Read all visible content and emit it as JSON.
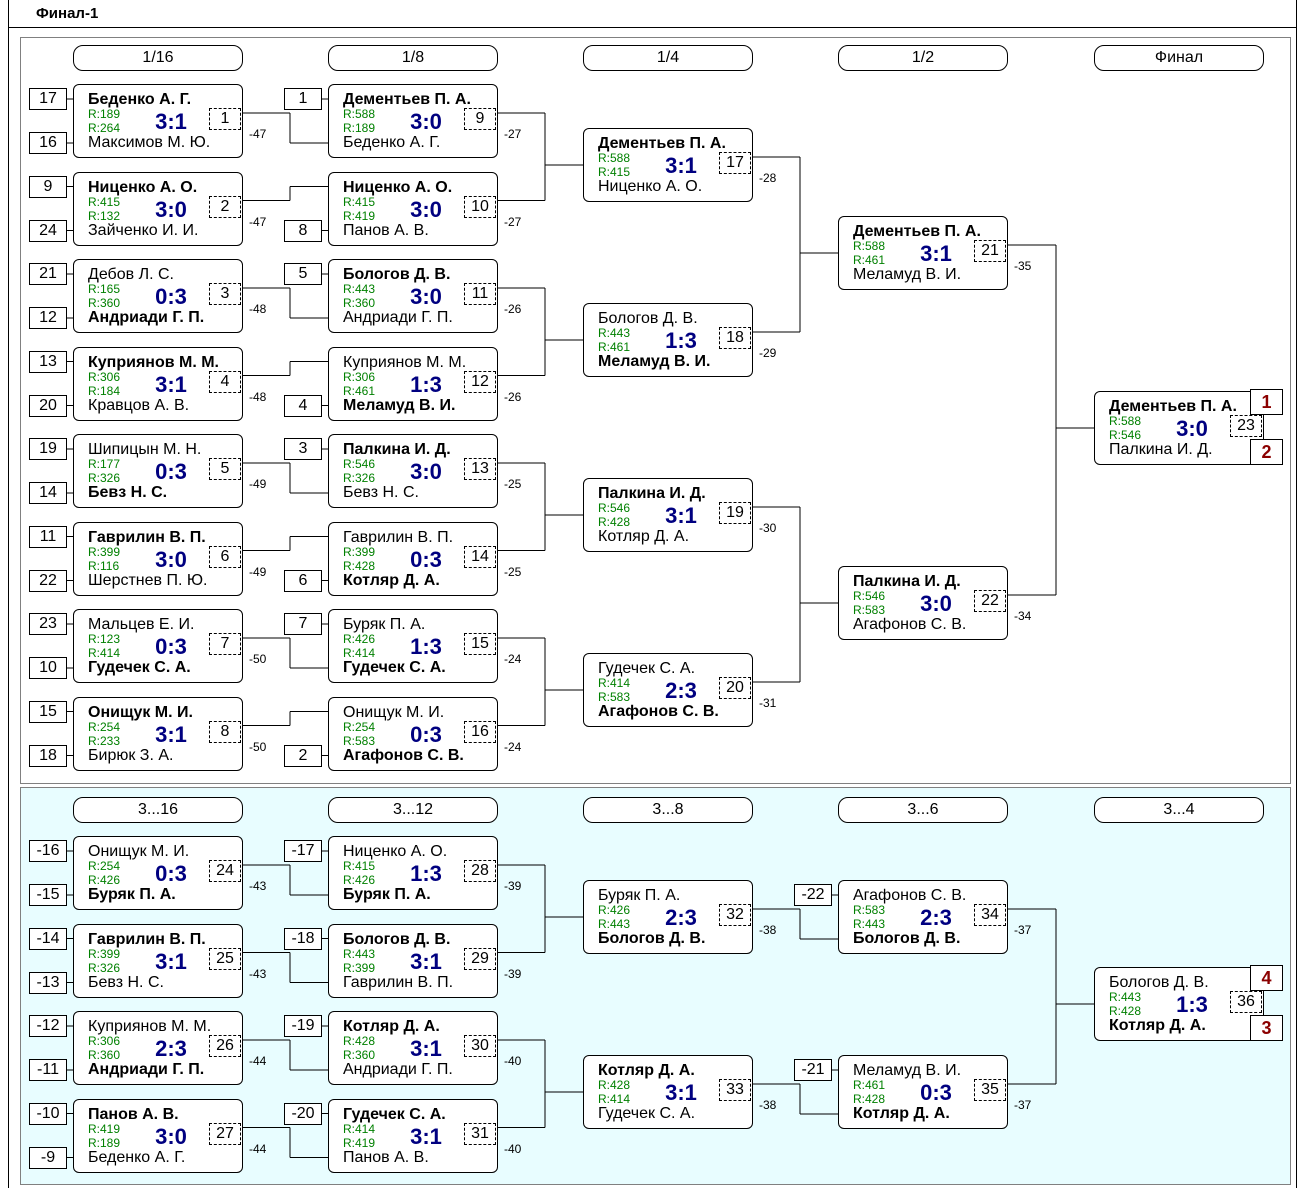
{
  "title": "Финал-1",
  "main": {
    "rounds": [
      "1/16",
      "1/8",
      "1/4",
      "1/2",
      "Финал"
    ],
    "matches": [
      {
        "n": "1",
        "score": "3:1",
        "top": {
          "name": "Беденко А. Г.",
          "rating": "R:189",
          "won": true
        },
        "bottom": {
          "name": "Максимов М. Ю.",
          "rating": "R:264",
          "won": false
        },
        "seeds": [
          "17",
          "16"
        ],
        "loser_to": "-47"
      },
      {
        "n": "2",
        "score": "3:0",
        "top": {
          "name": "Ниценко А. О.",
          "rating": "R:415",
          "won": true
        },
        "bottom": {
          "name": "Зайченко И. И.",
          "rating": "R:132",
          "won": false
        },
        "seeds": [
          "9",
          "24"
        ],
        "loser_to": "-47"
      },
      {
        "n": "3",
        "score": "0:3",
        "top": {
          "name": "Дебов Л. С.",
          "rating": "R:165",
          "won": false
        },
        "bottom": {
          "name": "Андриади Г. П.",
          "rating": "R:360",
          "won": true
        },
        "seeds": [
          "21",
          "12"
        ],
        "loser_to": "-48"
      },
      {
        "n": "4",
        "score": "3:1",
        "top": {
          "name": "Куприянов М. М.",
          "rating": "R:306",
          "won": true
        },
        "bottom": {
          "name": "Кравцов А. В.",
          "rating": "R:184",
          "won": false
        },
        "seeds": [
          "13",
          "20"
        ],
        "loser_to": "-48"
      },
      {
        "n": "5",
        "score": "0:3",
        "top": {
          "name": "Шипицын М. Н.",
          "rating": "R:177",
          "won": false
        },
        "bottom": {
          "name": "Бевз Н. С.",
          "rating": "R:326",
          "won": true
        },
        "seeds": [
          "19",
          "14"
        ],
        "loser_to": "-49"
      },
      {
        "n": "6",
        "score": "3:0",
        "top": {
          "name": "Гаврилин В. П.",
          "rating": "R:399",
          "won": true
        },
        "bottom": {
          "name": "Шерстнев П. Ю.",
          "rating": "R:116",
          "won": false
        },
        "seeds": [
          "11",
          "22"
        ],
        "loser_to": "-49"
      },
      {
        "n": "7",
        "score": "0:3",
        "top": {
          "name": "Мальцев Е. И.",
          "rating": "R:123",
          "won": false
        },
        "bottom": {
          "name": "Гудечек С. А.",
          "rating": "R:414",
          "won": true
        },
        "seeds": [
          "23",
          "10"
        ],
        "loser_to": "-50"
      },
      {
        "n": "8",
        "score": "3:1",
        "top": {
          "name": "Онищук М. И.",
          "rating": "R:254",
          "won": true
        },
        "bottom": {
          "name": "Бирюк З. А.",
          "rating": "R:233",
          "won": false
        },
        "seeds": [
          "15",
          "18"
        ],
        "loser_to": "-50"
      },
      {
        "n": "9",
        "score": "3:0",
        "top": {
          "name": "Дементьев П. А.",
          "rating": "R:588",
          "won": true
        },
        "bottom": {
          "name": "Беденко А. Г.",
          "rating": "R:189",
          "won": false
        },
        "seeds": [
          "1"
        ],
        "loser_to": "-27"
      },
      {
        "n": "10",
        "score": "3:0",
        "top": {
          "name": "Ниценко А. О.",
          "rating": "R:415",
          "won": true
        },
        "bottom": {
          "name": "Панов А. В.",
          "rating": "R:419",
          "won": false
        },
        "seeds": [
          "8"
        ],
        "loser_to": "-27"
      },
      {
        "n": "11",
        "score": "3:0",
        "top": {
          "name": "Бологов Д. В.",
          "rating": "R:443",
          "won": true
        },
        "bottom": {
          "name": "Андриади Г. П.",
          "rating": "R:360",
          "won": false
        },
        "seeds": [
          "5"
        ],
        "loser_to": "-26"
      },
      {
        "n": "12",
        "score": "1:3",
        "top": {
          "name": "Куприянов М. М.",
          "rating": "R:306",
          "won": false
        },
        "bottom": {
          "name": "Меламуд В. И.",
          "rating": "R:461",
          "won": true
        },
        "seeds": [
          "4"
        ],
        "loser_to": "-26"
      },
      {
        "n": "13",
        "score": "3:0",
        "top": {
          "name": "Палкина И. Д.",
          "rating": "R:546",
          "won": true
        },
        "bottom": {
          "name": "Бевз Н. С.",
          "rating": "R:326",
          "won": false
        },
        "seeds": [
          "3"
        ],
        "loser_to": "-25"
      },
      {
        "n": "14",
        "score": "0:3",
        "top": {
          "name": "Гаврилин В. П.",
          "rating": "R:399",
          "won": false
        },
        "bottom": {
          "name": "Котляр Д. А.",
          "rating": "R:428",
          "won": true
        },
        "seeds": [
          "6"
        ],
        "loser_to": "-25"
      },
      {
        "n": "15",
        "score": "1:3",
        "top": {
          "name": "Буряк П. А.",
          "rating": "R:426",
          "won": false
        },
        "bottom": {
          "name": "Гудечек С. А.",
          "rating": "R:414",
          "won": true
        },
        "seeds": [
          "7"
        ],
        "loser_to": "-24"
      },
      {
        "n": "16",
        "score": "0:3",
        "top": {
          "name": "Онищук М. И.",
          "rating": "R:254",
          "won": false
        },
        "bottom": {
          "name": "Агафонов С. В.",
          "rating": "R:583",
          "won": true
        },
        "seeds": [
          "2"
        ],
        "loser_to": "-24"
      },
      {
        "n": "17",
        "score": "3:1",
        "top": {
          "name": "Дементьев П. А.",
          "rating": "R:588",
          "won": true
        },
        "bottom": {
          "name": "Ниценко А. О.",
          "rating": "R:415",
          "won": false
        },
        "seeds": [],
        "loser_to": "-28"
      },
      {
        "n": "18",
        "score": "1:3",
        "top": {
          "name": "Бологов Д. В.",
          "rating": "R:443",
          "won": false
        },
        "bottom": {
          "name": "Меламуд В. И.",
          "rating": "R:461",
          "won": true
        },
        "seeds": [],
        "loser_to": "-29"
      },
      {
        "n": "19",
        "score": "3:1",
        "top": {
          "name": "Палкина И. Д.",
          "rating": "R:546",
          "won": true
        },
        "bottom": {
          "name": "Котляр Д. А.",
          "rating": "R:428",
          "won": false
        },
        "seeds": [],
        "loser_to": "-30"
      },
      {
        "n": "20",
        "score": "2:3",
        "top": {
          "name": "Гудечек С. А.",
          "rating": "R:414",
          "won": false
        },
        "bottom": {
          "name": "Агафонов С. В.",
          "rating": "R:583",
          "won": true
        },
        "seeds": [],
        "loser_to": "-31"
      },
      {
        "n": "21",
        "score": "3:1",
        "top": {
          "name": "Дементьев П. А.",
          "rating": "R:588",
          "won": true
        },
        "bottom": {
          "name": "Меламуд В. И.",
          "rating": "R:461",
          "won": false
        },
        "seeds": [],
        "loser_to": "-35"
      },
      {
        "n": "22",
        "score": "3:0",
        "top": {
          "name": "Палкина И. Д.",
          "rating": "R:546",
          "won": true
        },
        "bottom": {
          "name": "Агафонов С. В.",
          "rating": "R:583",
          "won": false
        },
        "seeds": [],
        "loser_to": "-34"
      },
      {
        "n": "23",
        "score": "3:0",
        "top": {
          "name": "Дементьев П. А.",
          "rating": "R:588",
          "won": true
        },
        "bottom": {
          "name": "Палкина И. Д.",
          "rating": "R:546",
          "won": false
        },
        "seeds": [],
        "loser_to": "",
        "places": [
          "1",
          "2"
        ]
      }
    ]
  },
  "consolation": {
    "rounds": [
      "3...16",
      "3...12",
      "3...8",
      "3...6",
      "3...4"
    ],
    "matches": [
      {
        "n": "24",
        "score": "0:3",
        "top": {
          "name": "Онищук М. И.",
          "rating": "R:254",
          "won": false
        },
        "bottom": {
          "name": "Буряк П. А.",
          "rating": "R:426",
          "won": true
        },
        "seeds": [
          "-16",
          "-15"
        ],
        "loser_to": "-43"
      },
      {
        "n": "25",
        "score": "3:1",
        "top": {
          "name": "Гаврилин В. П.",
          "rating": "R:399",
          "won": true
        },
        "bottom": {
          "name": "Бевз Н. С.",
          "rating": "R:326",
          "won": false
        },
        "seeds": [
          "-14",
          "-13"
        ],
        "loser_to": "-43"
      },
      {
        "n": "26",
        "score": "2:3",
        "top": {
          "name": "Куприянов М. М.",
          "rating": "R:306",
          "won": false
        },
        "bottom": {
          "name": "Андриади Г. П.",
          "rating": "R:360",
          "won": true
        },
        "seeds": [
          "-12",
          "-11"
        ],
        "loser_to": "-44"
      },
      {
        "n": "27",
        "score": "3:0",
        "top": {
          "name": "Панов А. В.",
          "rating": "R:419",
          "won": true
        },
        "bottom": {
          "name": "Беденко А. Г.",
          "rating": "R:189",
          "won": false
        },
        "seeds": [
          "-10",
          "-9"
        ],
        "loser_to": "-44"
      },
      {
        "n": "28",
        "score": "1:3",
        "top": {
          "name": "Ниценко А. О.",
          "rating": "R:415",
          "won": false
        },
        "bottom": {
          "name": "Буряк П. А.",
          "rating": "R:426",
          "won": true
        },
        "seeds": [
          "-17"
        ],
        "loser_to": "-39"
      },
      {
        "n": "29",
        "score": "3:1",
        "top": {
          "name": "Бологов Д. В.",
          "rating": "R:443",
          "won": true
        },
        "bottom": {
          "name": "Гаврилин В. П.",
          "rating": "R:399",
          "won": false
        },
        "seeds": [
          "-18"
        ],
        "loser_to": "-39"
      },
      {
        "n": "30",
        "score": "3:1",
        "top": {
          "name": "Котляр Д. А.",
          "rating": "R:428",
          "won": true
        },
        "bottom": {
          "name": "Андриади Г. П.",
          "rating": "R:360",
          "won": false
        },
        "seeds": [
          "-19"
        ],
        "loser_to": "-40"
      },
      {
        "n": "31",
        "score": "3:1",
        "top": {
          "name": "Гудечек С. А.",
          "rating": "R:414",
          "won": true
        },
        "bottom": {
          "name": "Панов А. В.",
          "rating": "R:419",
          "won": false
        },
        "seeds": [
          "-20"
        ],
        "loser_to": "-40"
      },
      {
        "n": "32",
        "score": "2:3",
        "top": {
          "name": "Буряк П. А.",
          "rating": "R:426",
          "won": false
        },
        "bottom": {
          "name": "Бологов Д. В.",
          "rating": "R:443",
          "won": true
        },
        "seeds": [],
        "loser_to": "-38"
      },
      {
        "n": "33",
        "score": "3:1",
        "top": {
          "name": "Котляр Д. А.",
          "rating": "R:428",
          "won": true
        },
        "bottom": {
          "name": "Гудечек С. А.",
          "rating": "R:414",
          "won": false
        },
        "seeds": [],
        "loser_to": "-38"
      },
      {
        "n": "34",
        "score": "2:3",
        "top": {
          "name": "Агафонов С. В.",
          "rating": "R:583",
          "won": false
        },
        "bottom": {
          "name": "Бологов Д. В.",
          "rating": "R:443",
          "won": true
        },
        "seeds": [
          "-22"
        ],
        "loser_to": "-37"
      },
      {
        "n": "35",
        "score": "0:3",
        "top": {
          "name": "Меламуд В. И.",
          "rating": "R:461",
          "won": false
        },
        "bottom": {
          "name": "Котляр Д. А.",
          "rating": "R:428",
          "won": true
        },
        "seeds": [
          "-21"
        ],
        "loser_to": "-37"
      },
      {
        "n": "36",
        "score": "1:3",
        "top": {
          "name": "Бологов Д. В.",
          "rating": "R:443",
          "won": false
        },
        "bottom": {
          "name": "Котляр Д. А.",
          "rating": "R:428",
          "won": true
        },
        "seeds": [],
        "loser_to": "",
        "places": [
          "4",
          "3"
        ]
      }
    ]
  }
}
